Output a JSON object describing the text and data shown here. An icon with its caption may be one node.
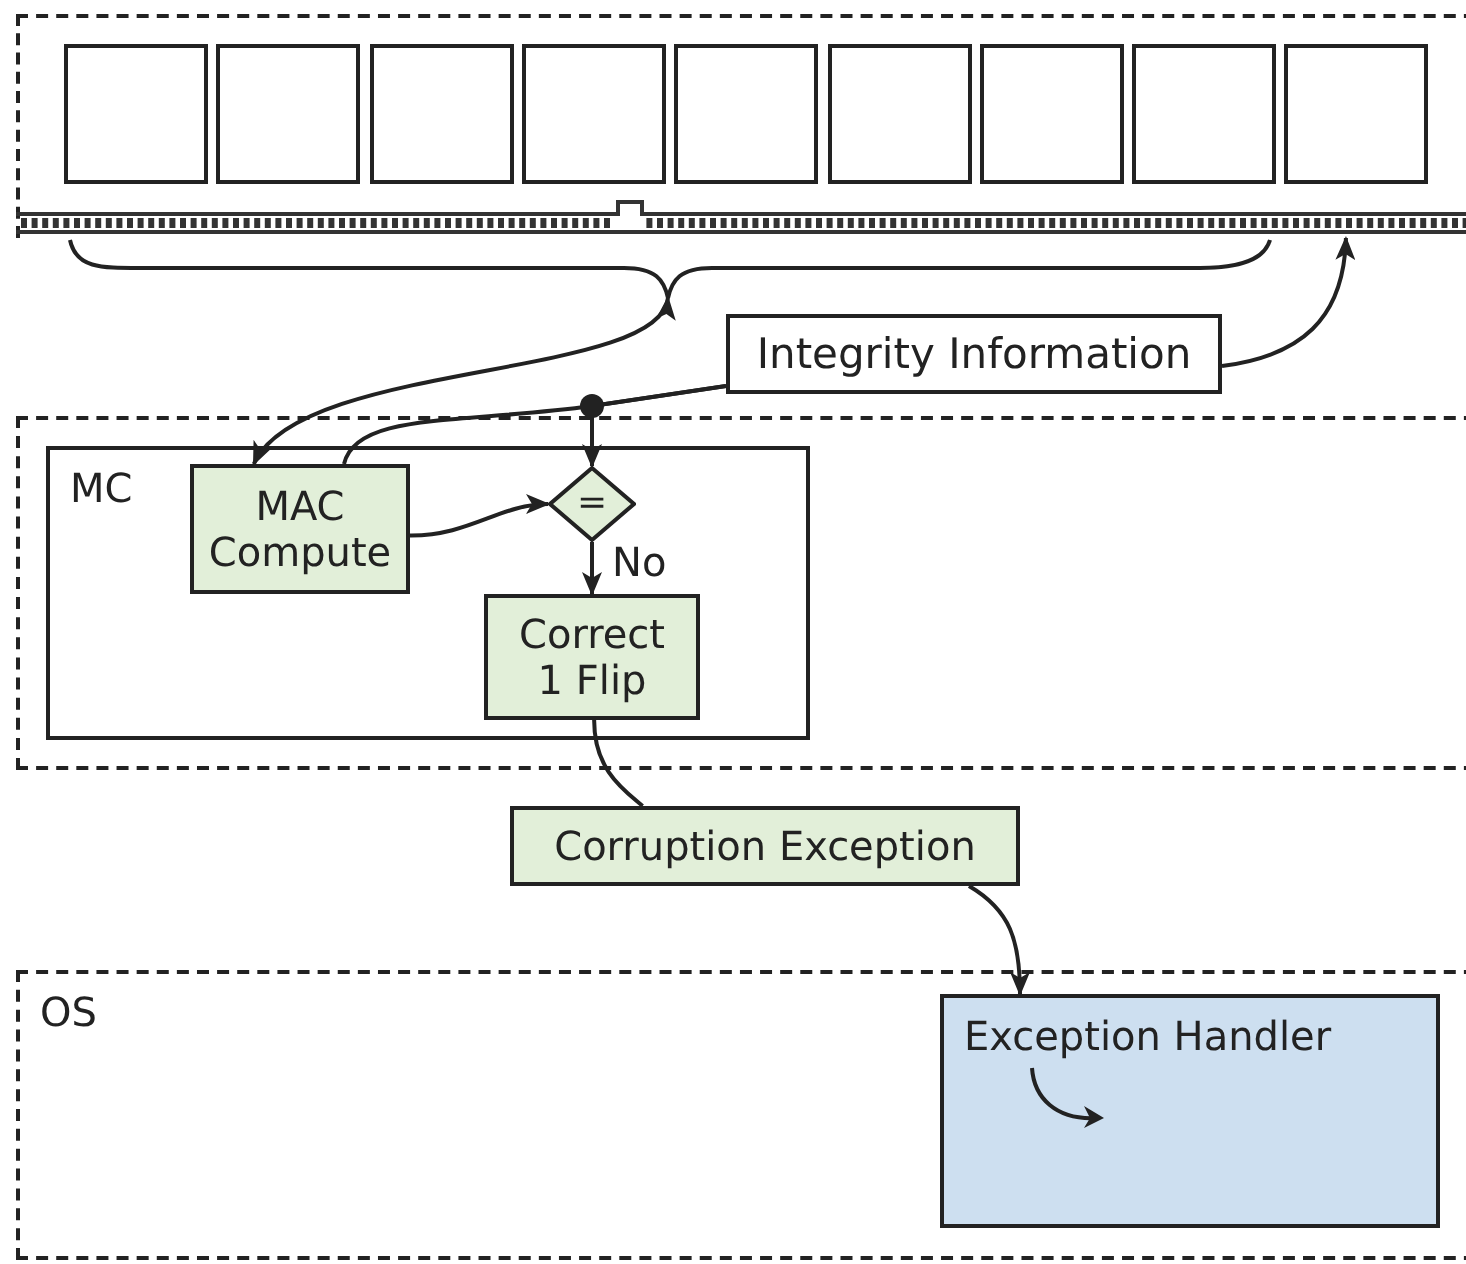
{
  "diagram": {
    "nodes": [
      {
        "text": [],
        "shape": "box"
      },
      {
        "text": [],
        "shape": "box",
        "in": 0
      },
      {
        "text": [],
        "shape": "box",
        "in": 0
      },
      {
        "text": [],
        "shape": "box",
        "in": 0
      },
      {
        "text": [],
        "shape": "box",
        "in": 0
      },
      {
        "text": [],
        "shape": "box",
        "in": 0
      },
      {
        "text": [],
        "shape": "box",
        "in": 0
      },
      {
        "text": [],
        "shape": "box",
        "in": 0
      },
      {
        "text": [],
        "shape": "box",
        "in": 0
      },
      {
        "text": [],
        "shape": "box",
        "in": 0
      },
      {
        "text": [
          "Integrity Information"
        ]
      },
      {
        "text": [],
        "shape": "box"
      },
      {
        "text": [
          "MC"
        ],
        "in": 11
      },
      {
        "text": [
          "MAC Compute"
        ],
        "in": 12
      },
      {
        "text": [
          "="
        ],
        "in": 12
      },
      {
        "text": [
          "Correct 1 Flip"
        ],
        "in": 12
      },
      {
        "text": [
          "Corruption Exception"
        ]
      },
      {
        "text": [
          "OS"
        ]
      },
      {
        "text": [
          "Exception Handler"
        ],
        "in": 17
      }
    ],
    "edges": [
      {
        "from": 0,
        "to": 13,
        "arrow": "both"
      },
      {
        "from": 10,
        "to": 0,
        "arrow": "to"
      },
      {
        "from": 10,
        "to": 14,
        "arrow": "to"
      },
      {
        "from": 10,
        "to": 13,
        "arrow": "none"
      },
      {
        "from": 13,
        "to": 14,
        "arrow": "to"
      },
      {
        "from": 14,
        "to": 15,
        "arrow": "to",
        "label": "No"
      },
      {
        "from": 15,
        "to": 16,
        "arrow": "none"
      },
      {
        "from": 16,
        "to": 18,
        "arrow": "to"
      }
    ]
  }
}
